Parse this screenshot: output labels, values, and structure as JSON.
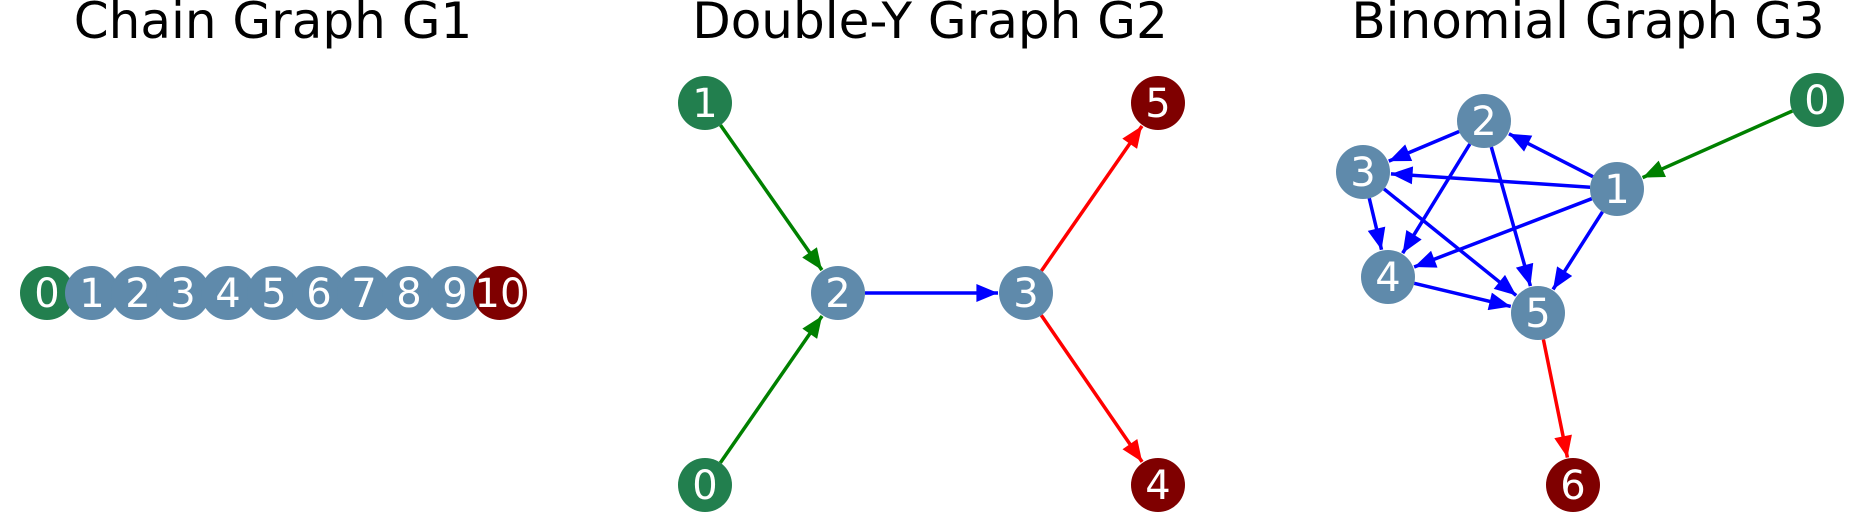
{
  "colors": {
    "start": "#227f4e",
    "middle": "#5f8aab",
    "end": "#7f0000",
    "edge_start": "#008000",
    "edge_middle": "#0000ff",
    "edge_end": "#ff0000",
    "label": "#ffffff"
  },
  "panels": [
    {
      "title": "Chain Graph G1",
      "nodes": [
        {
          "id": "0",
          "label": "0",
          "role": "start"
        },
        {
          "id": "1",
          "label": "1",
          "role": "middle"
        },
        {
          "id": "2",
          "label": "2",
          "role": "middle"
        },
        {
          "id": "3",
          "label": "3",
          "role": "middle"
        },
        {
          "id": "4",
          "label": "4",
          "role": "middle"
        },
        {
          "id": "5",
          "label": "5",
          "role": "middle"
        },
        {
          "id": "6",
          "label": "6",
          "role": "middle"
        },
        {
          "id": "7",
          "label": "7",
          "role": "middle"
        },
        {
          "id": "8",
          "label": "8",
          "role": "middle"
        },
        {
          "id": "9",
          "label": "9",
          "role": "middle"
        },
        {
          "id": "10",
          "label": "10",
          "role": "end"
        }
      ],
      "edges": []
    },
    {
      "title": "Double-Y Graph G2",
      "nodes": [
        {
          "id": "1",
          "label": "1",
          "role": "start"
        },
        {
          "id": "0",
          "label": "0",
          "role": "start"
        },
        {
          "id": "2",
          "label": "2",
          "role": "middle"
        },
        {
          "id": "3",
          "label": "3",
          "role": "middle"
        },
        {
          "id": "5",
          "label": "5",
          "role": "end"
        },
        {
          "id": "4",
          "label": "4",
          "role": "end"
        }
      ],
      "edges": [
        {
          "from": "1",
          "to": "2",
          "kind": "start"
        },
        {
          "from": "0",
          "to": "2",
          "kind": "start"
        },
        {
          "from": "2",
          "to": "3",
          "kind": "middle"
        },
        {
          "from": "3",
          "to": "5",
          "kind": "end"
        },
        {
          "from": "3",
          "to": "4",
          "kind": "end"
        }
      ]
    },
    {
      "title": "Binomial Graph G3",
      "nodes": [
        {
          "id": "0",
          "label": "0",
          "role": "start"
        },
        {
          "id": "1",
          "label": "1",
          "role": "middle"
        },
        {
          "id": "2",
          "label": "2",
          "role": "middle"
        },
        {
          "id": "3",
          "label": "3",
          "role": "middle"
        },
        {
          "id": "4",
          "label": "4",
          "role": "middle"
        },
        {
          "id": "5",
          "label": "5",
          "role": "middle"
        },
        {
          "id": "6",
          "label": "6",
          "role": "end"
        }
      ],
      "edges": [
        {
          "from": "0",
          "to": "1",
          "kind": "start"
        },
        {
          "from": "1",
          "to": "2",
          "kind": "middle"
        },
        {
          "from": "1",
          "to": "3",
          "kind": "middle"
        },
        {
          "from": "1",
          "to": "4",
          "kind": "middle"
        },
        {
          "from": "1",
          "to": "5",
          "kind": "middle"
        },
        {
          "from": "2",
          "to": "3",
          "kind": "middle"
        },
        {
          "from": "2",
          "to": "4",
          "kind": "middle"
        },
        {
          "from": "2",
          "to": "5",
          "kind": "middle"
        },
        {
          "from": "3",
          "to": "4",
          "kind": "middle"
        },
        {
          "from": "3",
          "to": "5",
          "kind": "middle"
        },
        {
          "from": "4",
          "to": "5",
          "kind": "middle"
        },
        {
          "from": "5",
          "to": "6",
          "kind": "end"
        }
      ]
    }
  ]
}
